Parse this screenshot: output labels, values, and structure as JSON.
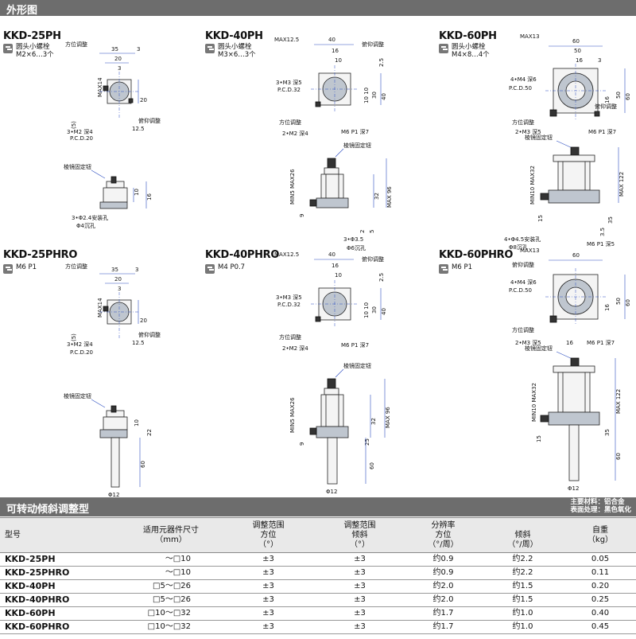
{
  "section_outline": "外形图",
  "section_table": "可转动倾斜调整型",
  "material_note": [
    "主要材料：铝合金",
    "表面处理：黑色氧化"
  ],
  "drawings": [
    {
      "model": "KKD-25PH",
      "screw": [
        "圆头小螺栓",
        "M2×6…3个"
      ],
      "labels": {
        "azimuth": "方位调整",
        "tilt": "俯仰调整",
        "holes": "3•M2 深4",
        "pcd": "P.C.D.20",
        "prism": "棱镜固定钮",
        "mount": "3•Φ2.4安装孔",
        "cbore": "Φ4沉孔",
        "max14": "MAX14",
        "d35": "35",
        "d3": "3",
        "d20a": "20",
        "d20b": "20",
        "d5": "(5)",
        "d125": "12.5",
        "d10": "10",
        "d16": "16"
      }
    },
    {
      "model": "KKD-40PH",
      "screw": [
        "圆头小螺栓",
        "M3×6…3个"
      ],
      "labels": {
        "max125": "MAX12.5",
        "d40": "40",
        "tilt": "俯仰调整",
        "d16": "16",
        "d10": "10",
        "d25": "2.5",
        "holes": "3•M3 深5",
        "pcd": "P.C.D.32",
        "d1010": "10 10",
        "d30": "30",
        "d40b": "40",
        "azimuth": "方位调整",
        "holes2": "2•M2 深4",
        "m6": "M6 P1 深7",
        "prism": "棱镜固定钮",
        "min5": "MIN5 MAX26",
        "d32": "32",
        "max96": "MAX 96",
        "d9": "9",
        "d2": "2",
        "d5": "5",
        "d35": "3•Φ3.5",
        "cbore": "Φ6沉孔"
      }
    },
    {
      "model": "KKD-60PH",
      "screw": [
        "圆头小螺栓",
        "M4×8…4个"
      ],
      "labels": {
        "max13": "MAX13",
        "d60": "60",
        "d50": "50",
        "d16": "16",
        "d3": "3",
        "holes": "4•M4 深6",
        "pcd": "P.C.D.50",
        "d16b": "16",
        "d50b": "50",
        "d60b": "60",
        "azimuth": "方位调整",
        "tilt": "俯仰调整",
        "holes2": "2•M3 深5",
        "m6": "M6 P1 深7",
        "prism": "棱镜固定钮",
        "min10": "MIN10 MAX32",
        "max122": "MAX 122",
        "d15": "15",
        "d35": "35",
        "d35b": "3.5",
        "mount": "4•Φ4.5安装孔",
        "cbore": "Φ8沉孔",
        "m6b": "M6 P1 深5"
      }
    },
    {
      "model": "KKD-25PHRO",
      "screw": [
        "M6 P1"
      ],
      "labels": {
        "azimuth": "方位调整",
        "tilt": "俯仰调整",
        "holes": "3•M2 深4",
        "pcd": "P.C.D.20",
        "prism": "棱镜固定钮",
        "max14": "MAX14",
        "d35": "35",
        "d3": "3",
        "d20a": "20",
        "d20b": "20",
        "d5": "(5)",
        "d125": "12.5",
        "d10": "10",
        "d22": "22",
        "d60": "60",
        "d12": "Φ12"
      }
    },
    {
      "model": "KKD-40PHRO",
      "screw": [
        "M4 P0.7"
      ],
      "labels": {
        "max125": "MAX12.5",
        "d40": "40",
        "tilt": "俯仰调整",
        "d16": "16",
        "d10": "10",
        "d25": "2.5",
        "holes": "3•M3 深5",
        "pcd": "P.C.D.32",
        "d1010": "10 10",
        "d30": "30",
        "d40b": "40",
        "azimuth": "方位调整",
        "holes2": "2•M2 深4",
        "m6": "M6 P1 深7",
        "prism": "棱镜固定钮",
        "min5": "MIN5 MAX26",
        "d32": "32",
        "max96": "MAX 96",
        "d25b": "25",
        "d9": "9",
        "d60": "60",
        "d12": "Φ12"
      }
    },
    {
      "model": "KKD-60PHRO",
      "screw": [
        "M6 P1"
      ],
      "labels": {
        "max13": "MAX13",
        "d60": "60",
        "tilt": "俯仰调整",
        "holes": "4•M4 深6",
        "pcd": "P.C.D.50",
        "d16": "16",
        "d50": "50",
        "d60b": "60",
        "azimuth": "方位调整",
        "holes2": "2•M3 深5",
        "m6": "M6 P1 深7",
        "d16b": "16",
        "prism": "棱镜固定钮",
        "min10": "MIN10 MAX32",
        "max122": "MAX 122",
        "d15": "15",
        "d35": "35",
        "d60c": "60",
        "d12": "Φ12"
      }
    }
  ],
  "table": {
    "headers": {
      "model": "型号",
      "size": [
        "适用元器件尺寸",
        "（mm）"
      ],
      "range_az": [
        "调整范围",
        "方位",
        "（°）"
      ],
      "range_tilt": [
        "调整范围",
        "倾斜",
        "（°）"
      ],
      "resolution": "分辨率",
      "res_az": [
        "方位",
        "（°/周）"
      ],
      "res_tilt": [
        "倾斜",
        "（°/周）"
      ],
      "weight": [
        "自重",
        "（kg）"
      ]
    },
    "rows": [
      {
        "model": "KKD-25PH",
        "size": "～□10",
        "az": "±3",
        "tilt": "±3",
        "res_az": "约0.9",
        "res_tilt": "约2.2",
        "weight": "0.05"
      },
      {
        "model": "KKD-25PHRO",
        "size": "～□10",
        "az": "±3",
        "tilt": "±3",
        "res_az": "约0.9",
        "res_tilt": "约2.2",
        "weight": "0.11"
      },
      {
        "model": "KKD-40PH",
        "size": "□5～□26",
        "az": "±3",
        "tilt": "±3",
        "res_az": "约2.0",
        "res_tilt": "约1.5",
        "weight": "0.20"
      },
      {
        "model": "KKD-40PHRO",
        "size": "□5～□26",
        "az": "±3",
        "tilt": "±3",
        "res_az": "约2.0",
        "res_tilt": "约1.5",
        "weight": "0.25"
      },
      {
        "model": "KKD-60PH",
        "size": "□10～□32",
        "az": "±3",
        "tilt": "±3",
        "res_az": "约1.7",
        "res_tilt": "约1.0",
        "weight": "0.40"
      },
      {
        "model": "KKD-60PHRO",
        "size": "□10～□32",
        "az": "±3",
        "tilt": "±3",
        "res_az": "约1.7",
        "res_tilt": "约1.0",
        "weight": "0.45"
      }
    ]
  }
}
